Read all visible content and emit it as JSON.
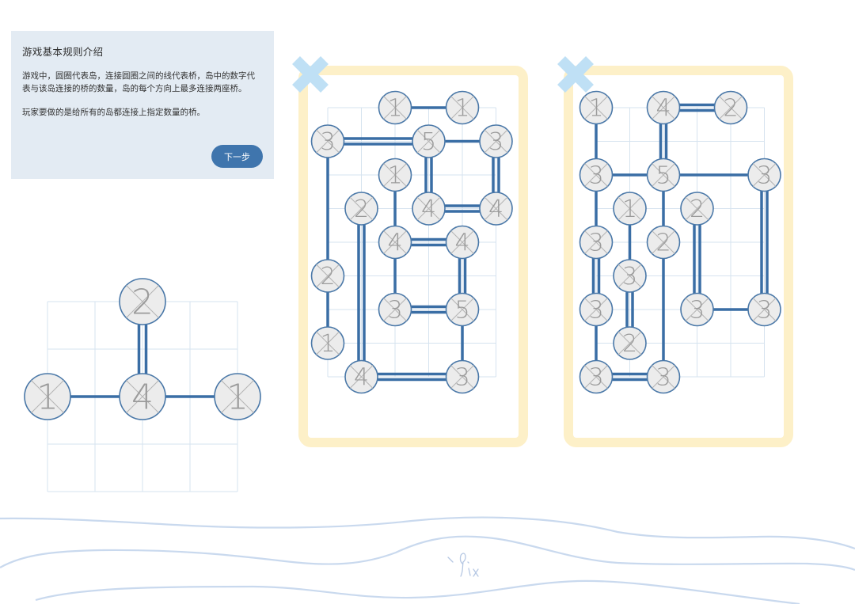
{
  "tutorial": {
    "title": "游戏基本规则介绍",
    "paragraphs": [
      "游戏中，圆圈代表岛，连接圆圈之间的线代表桥，岛中的数字代表与该岛连接的桥的数量，岛的每个方向上最多连接两座桥。",
      "玩家要做的是给所有的岛都连接上指定数量的桥。"
    ],
    "next_label": "下一步"
  },
  "colors": {
    "bridge": "#3a6ea5",
    "island_fill": "#ececec",
    "island_stroke": "#4a78a8",
    "frame": "#fdf0c8",
    "close_icon": "#bfe0f5",
    "panel_bg": "#e3ebf3",
    "button": "#3f75ad",
    "wave": "#c9d9ee"
  },
  "example": {
    "grid": {
      "cols": 4,
      "rows": 4
    },
    "islands": [
      {
        "col": 0,
        "row": 2,
        "value": 1
      },
      {
        "col": 2,
        "row": 0,
        "value": 2
      },
      {
        "col": 2,
        "row": 2,
        "value": 4
      },
      {
        "col": 4,
        "row": 2,
        "value": 1
      }
    ],
    "bridges": [
      {
        "from": [
          0,
          2
        ],
        "to": [
          2,
          2
        ],
        "count": 1
      },
      {
        "from": [
          2,
          0
        ],
        "to": [
          2,
          2
        ],
        "count": 2
      },
      {
        "from": [
          2,
          2
        ],
        "to": [
          4,
          2
        ],
        "count": 1
      }
    ]
  },
  "puzzles": [
    {
      "name": "puzzle-1",
      "grid": {
        "cols": 5,
        "rows": 8
      },
      "islands": [
        {
          "col": 2,
          "row": 0,
          "value": 1
        },
        {
          "col": 4,
          "row": 0,
          "value": 1
        },
        {
          "col": 0,
          "row": 1,
          "value": 3
        },
        {
          "col": 3,
          "row": 1,
          "value": 5
        },
        {
          "col": 5,
          "row": 1,
          "value": 3
        },
        {
          "col": 2,
          "row": 2,
          "value": 1
        },
        {
          "col": 1,
          "row": 3,
          "value": 2
        },
        {
          "col": 3,
          "row": 3,
          "value": 4
        },
        {
          "col": 5,
          "row": 3,
          "value": 4
        },
        {
          "col": 2,
          "row": 4,
          "value": 4
        },
        {
          "col": 4,
          "row": 4,
          "value": 4
        },
        {
          "col": 0,
          "row": 5,
          "value": 2
        },
        {
          "col": 2,
          "row": 6,
          "value": 3
        },
        {
          "col": 4,
          "row": 6,
          "value": 5
        },
        {
          "col": 0,
          "row": 7,
          "value": 1
        },
        {
          "col": 1,
          "row": 8,
          "value": 4
        },
        {
          "col": 4,
          "row": 8,
          "value": 3
        }
      ],
      "bridges": [
        {
          "from": [
            2,
            0
          ],
          "to": [
            4,
            0
          ],
          "count": 1
        },
        {
          "from": [
            0,
            1
          ],
          "to": [
            3,
            1
          ],
          "count": 2
        },
        {
          "from": [
            3,
            1
          ],
          "to": [
            5,
            1
          ],
          "count": 1
        },
        {
          "from": [
            0,
            1
          ],
          "to": [
            0,
            5
          ],
          "count": 1
        },
        {
          "from": [
            3,
            1
          ],
          "to": [
            3,
            3
          ],
          "count": 2
        },
        {
          "from": [
            5,
            1
          ],
          "to": [
            5,
            3
          ],
          "count": 2
        },
        {
          "from": [
            2,
            2
          ],
          "to": [
            2,
            4
          ],
          "count": 1
        },
        {
          "from": [
            3,
            3
          ],
          "to": [
            5,
            3
          ],
          "count": 2
        },
        {
          "from": [
            1,
            3
          ],
          "to": [
            1,
            8
          ],
          "count": 2
        },
        {
          "from": [
            2,
            4
          ],
          "to": [
            4,
            4
          ],
          "count": 2
        },
        {
          "from": [
            2,
            4
          ],
          "to": [
            2,
            6
          ],
          "count": 1
        },
        {
          "from": [
            4,
            4
          ],
          "to": [
            4,
            6
          ],
          "count": 2
        },
        {
          "from": [
            0,
            5
          ],
          "to": [
            0,
            7
          ],
          "count": 1
        },
        {
          "from": [
            2,
            6
          ],
          "to": [
            4,
            6
          ],
          "count": 2
        },
        {
          "from": [
            4,
            6
          ],
          "to": [
            4,
            8
          ],
          "count": 1
        },
        {
          "from": [
            1,
            8
          ],
          "to": [
            4,
            8
          ],
          "count": 2
        }
      ]
    },
    {
      "name": "puzzle-2",
      "grid": {
        "cols": 5,
        "rows": 8
      },
      "islands": [
        {
          "col": 0,
          "row": 0,
          "value": 1
        },
        {
          "col": 2,
          "row": 0,
          "value": 4
        },
        {
          "col": 4,
          "row": 0,
          "value": 2
        },
        {
          "col": 0,
          "row": 2,
          "value": 3
        },
        {
          "col": 2,
          "row": 2,
          "value": 5
        },
        {
          "col": 5,
          "row": 2,
          "value": 3
        },
        {
          "col": 1,
          "row": 3,
          "value": 1
        },
        {
          "col": 3,
          "row": 3,
          "value": 2
        },
        {
          "col": 0,
          "row": 4,
          "value": 3
        },
        {
          "col": 2,
          "row": 4,
          "value": 2
        },
        {
          "col": 1,
          "row": 5,
          "value": 3
        },
        {
          "col": 0,
          "row": 6,
          "value": 3
        },
        {
          "col": 3,
          "row": 6,
          "value": 3
        },
        {
          "col": 5,
          "row": 6,
          "value": 3
        },
        {
          "col": 1,
          "row": 7,
          "value": 2
        },
        {
          "col": 0,
          "row": 8,
          "value": 3
        },
        {
          "col": 2,
          "row": 8,
          "value": 3
        }
      ],
      "bridges": [
        {
          "from": [
            0,
            0
          ],
          "to": [
            0,
            2
          ],
          "count": 1
        },
        {
          "from": [
            2,
            0
          ],
          "to": [
            4,
            0
          ],
          "count": 2
        },
        {
          "from": [
            2,
            0
          ],
          "to": [
            2,
            2
          ],
          "count": 2
        },
        {
          "from": [
            0,
            2
          ],
          "to": [
            2,
            2
          ],
          "count": 1
        },
        {
          "from": [
            2,
            2
          ],
          "to": [
            5,
            2
          ],
          "count": 1
        },
        {
          "from": [
            0,
            2
          ],
          "to": [
            0,
            4
          ],
          "count": 1
        },
        {
          "from": [
            2,
            2
          ],
          "to": [
            2,
            4
          ],
          "count": 1
        },
        {
          "from": [
            5,
            2
          ],
          "to": [
            5,
            6
          ],
          "count": 2
        },
        {
          "from": [
            1,
            3
          ],
          "to": [
            1,
            5
          ],
          "count": 1
        },
        {
          "from": [
            3,
            3
          ],
          "to": [
            3,
            6
          ],
          "count": 2
        },
        {
          "from": [
            0,
            4
          ],
          "to": [
            0,
            6
          ],
          "count": 2
        },
        {
          "from": [
            2,
            4
          ],
          "to": [
            2,
            8
          ],
          "count": 1
        },
        {
          "from": [
            1,
            5
          ],
          "to": [
            1,
            7
          ],
          "count": 2
        },
        {
          "from": [
            0,
            6
          ],
          "to": [
            0,
            8
          ],
          "count": 1
        },
        {
          "from": [
            3,
            6
          ],
          "to": [
            5,
            6
          ],
          "count": 1
        },
        {
          "from": [
            0,
            8
          ],
          "to": [
            2,
            8
          ],
          "count": 2
        }
      ]
    }
  ]
}
